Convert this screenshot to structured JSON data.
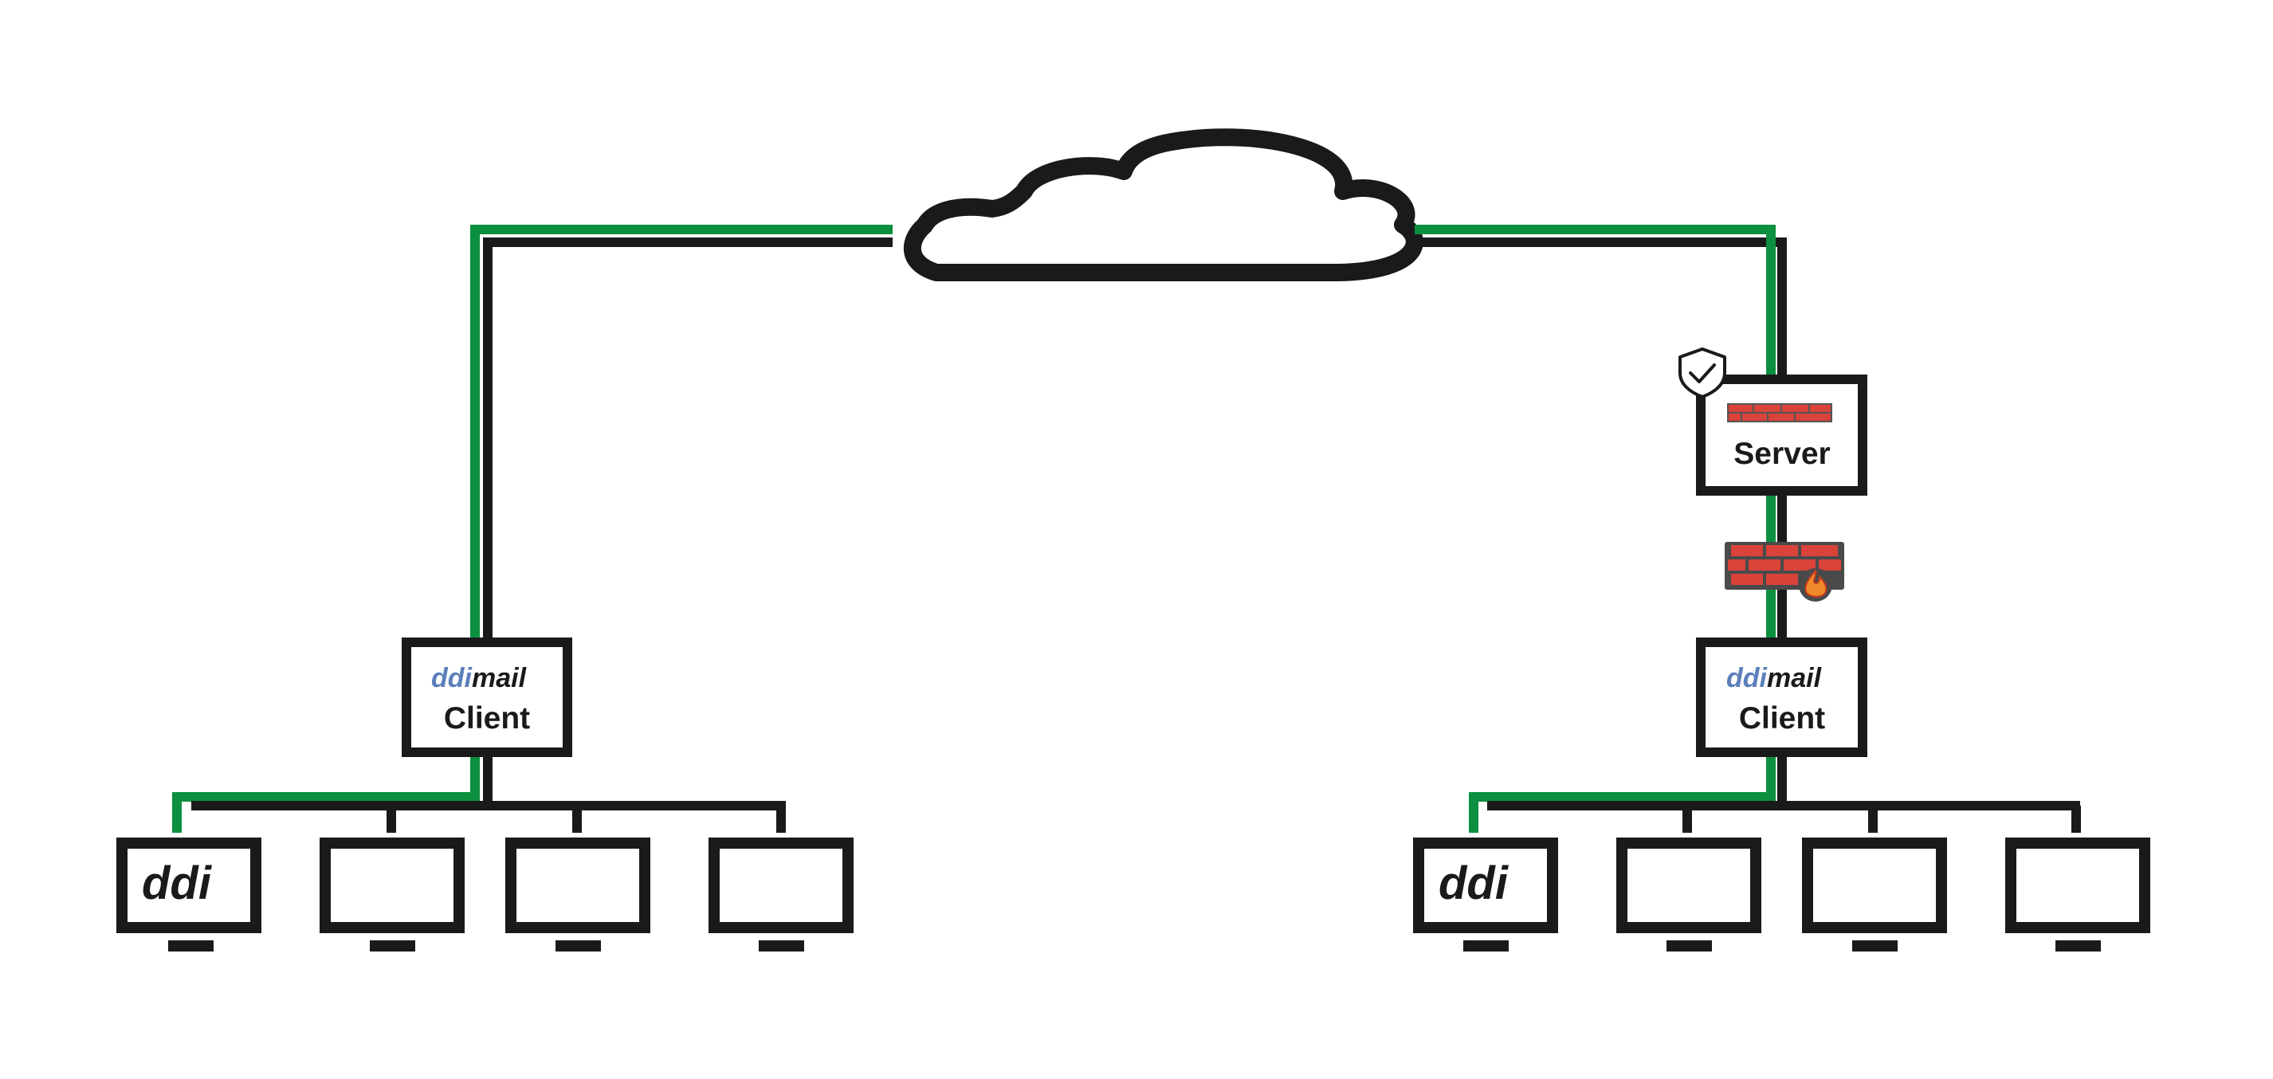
{
  "colors": {
    "line": "#1a1a1a",
    "path_green": "#0c8f3f",
    "firewall_brick": "#d9433a",
    "logo_blue": "#5b7fba",
    "logo_dark": "#1a1a1a"
  },
  "left_site": {
    "client_box": {
      "logo_prefix": "ddi",
      "logo_suffix": "mail",
      "label": "Client"
    },
    "monitors": [
      {
        "logo": "ddi"
      },
      {
        "logo": ""
      },
      {
        "logo": ""
      },
      {
        "logo": ""
      }
    ]
  },
  "right_site": {
    "server_box": {
      "label": "Server",
      "badge_icon": "shield-check-icon",
      "icon": "firewall-strip-icon"
    },
    "firewall_icon": "firewall-icon",
    "client_box": {
      "logo_prefix": "ddi",
      "logo_suffix": "mail",
      "label": "Client"
    },
    "monitors": [
      {
        "logo": "ddi"
      },
      {
        "logo": ""
      },
      {
        "logo": ""
      },
      {
        "logo": ""
      }
    ]
  },
  "cloud": {
    "icon": "cloud-icon"
  }
}
